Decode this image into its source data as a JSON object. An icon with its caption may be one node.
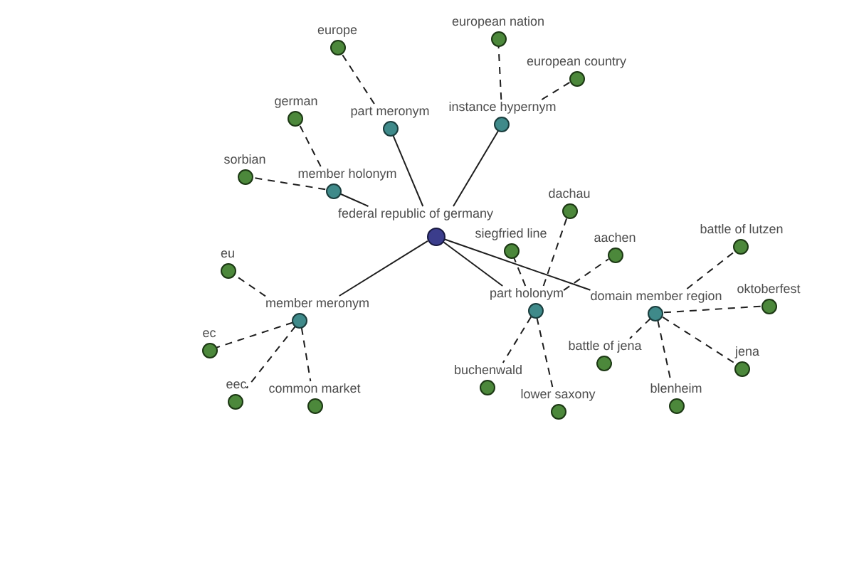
{
  "diagram": {
    "nodes": [
      {
        "text": [
          "europe"
        ]
      },
      {
        "text": [
          "european nation"
        ]
      },
      {
        "text": [
          "european country"
        ]
      },
      {
        "text": [
          "german"
        ]
      },
      {
        "text": [
          "part meronym"
        ]
      },
      {
        "text": [
          "instance hypernym"
        ]
      },
      {
        "text": [
          "sorbian"
        ]
      },
      {
        "text": [
          "member holonym"
        ]
      },
      {
        "text": [
          "dachau"
        ]
      },
      {
        "text": [
          "federal republic of germany"
        ]
      },
      {
        "text": [
          "siegfried line"
        ]
      },
      {
        "text": [
          "aachen"
        ]
      },
      {
        "text": [
          "battle of lutzen"
        ]
      },
      {
        "text": [
          "eu"
        ]
      },
      {
        "text": [
          "part holonym"
        ]
      },
      {
        "text": [
          "domain member region"
        ]
      },
      {
        "text": [
          "oktoberfest"
        ]
      },
      {
        "text": [
          "member meronym"
        ]
      },
      {
        "text": [
          "ec"
        ]
      },
      {
        "text": [
          "battle of jena"
        ]
      },
      {
        "text": [
          "jena"
        ]
      },
      {
        "text": [
          "buchenwald"
        ]
      },
      {
        "text": [
          "lower saxony"
        ]
      },
      {
        "text": [
          "eec"
        ]
      },
      {
        "text": [
          "common market"
        ]
      },
      {
        "text": [
          "blenheim"
        ]
      }
    ],
    "edges": [
      {
        "from": 9,
        "to": 4,
        "arrow": "none"
      },
      {
        "from": 9,
        "to": 5,
        "arrow": "none"
      },
      {
        "from": 9,
        "to": 7,
        "arrow": "none"
      },
      {
        "from": 9,
        "to": 17,
        "arrow": "none"
      },
      {
        "from": 9,
        "to": 14,
        "arrow": "none"
      },
      {
        "from": 9,
        "to": 15,
        "arrow": "none"
      },
      {
        "from": 4,
        "to": 0,
        "arrow": "none",
        "style": "dashed"
      },
      {
        "from": 5,
        "to": 1,
        "arrow": "none",
        "style": "dashed"
      },
      {
        "from": 5,
        "to": 2,
        "arrow": "none",
        "style": "dashed"
      },
      {
        "from": 7,
        "to": 3,
        "arrow": "none",
        "style": "dashed"
      },
      {
        "from": 7,
        "to": 6,
        "arrow": "none",
        "style": "dashed"
      },
      {
        "from": 17,
        "to": 13,
        "arrow": "none",
        "style": "dashed"
      },
      {
        "from": 17,
        "to": 18,
        "arrow": "none",
        "style": "dashed"
      },
      {
        "from": 17,
        "to": 23,
        "arrow": "none",
        "style": "dashed"
      },
      {
        "from": 17,
        "to": 24,
        "arrow": "none",
        "style": "dashed"
      },
      {
        "from": 14,
        "to": 8,
        "arrow": "none",
        "style": "dashed"
      },
      {
        "from": 14,
        "to": 10,
        "arrow": "none",
        "style": "dashed"
      },
      {
        "from": 14,
        "to": 11,
        "arrow": "none",
        "style": "dashed"
      },
      {
        "from": 14,
        "to": 21,
        "arrow": "none",
        "style": "dashed"
      },
      {
        "from": 14,
        "to": 22,
        "arrow": "none",
        "style": "dashed"
      },
      {
        "from": 15,
        "to": 12,
        "arrow": "none",
        "style": "dashed"
      },
      {
        "from": 15,
        "to": 16,
        "arrow": "none",
        "style": "dashed"
      },
      {
        "from": 15,
        "to": 19,
        "arrow": "none",
        "style": "dashed"
      },
      {
        "from": 15,
        "to": 20,
        "arrow": "none",
        "style": "dashed"
      },
      {
        "from": 15,
        "to": 25,
        "arrow": "none",
        "style": "dashed"
      }
    ]
  }
}
